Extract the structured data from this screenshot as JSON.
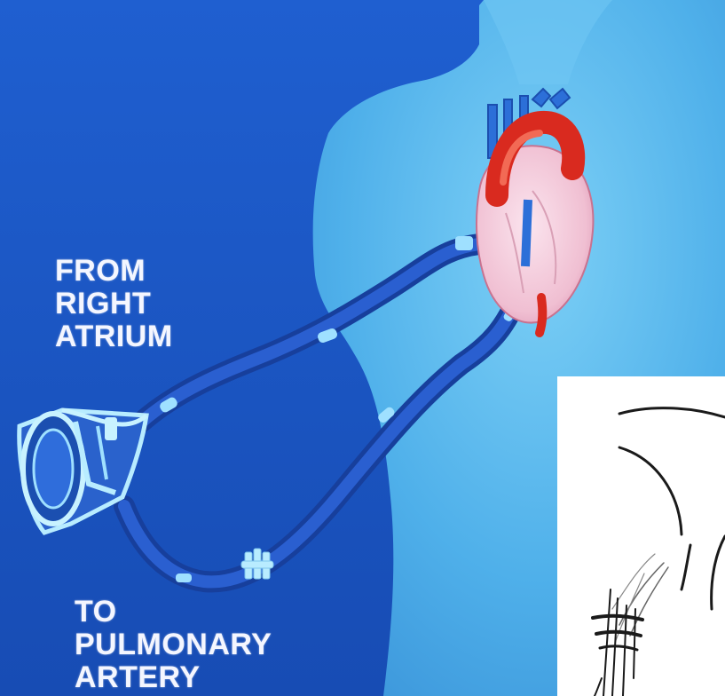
{
  "image": {
    "labels": {
      "from": [
        "FROM",
        "RIGHT",
        "ATRIUM"
      ],
      "to": [
        "TO",
        "PULMONARY",
        "ARTERY"
      ]
    },
    "colors": {
      "background": "#1c58c8",
      "torso": "#4fb0ea",
      "heart": "#f1c4d6",
      "aorta": "#e0281c",
      "tubing": "#1f4fb8",
      "label_text": "#f4f6ff",
      "inset_background": "#ffffff"
    }
  }
}
